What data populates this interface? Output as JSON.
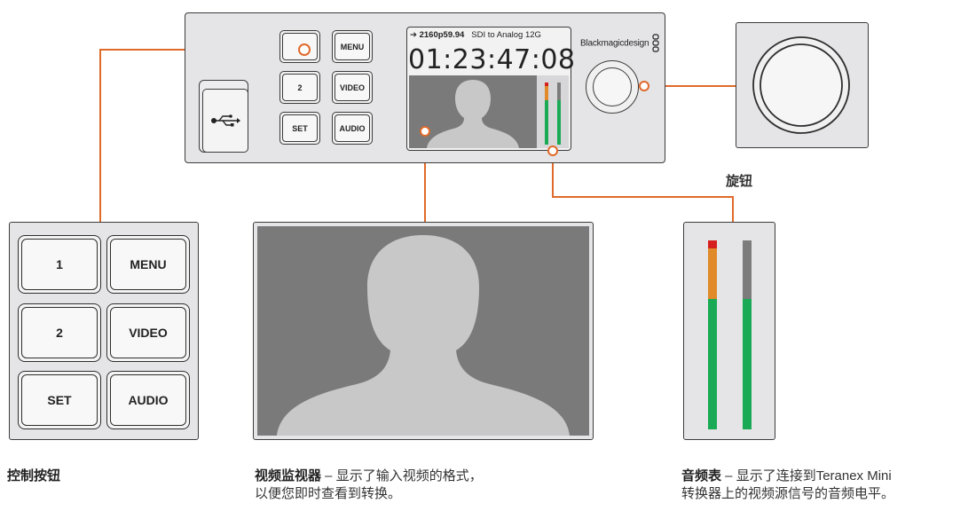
{
  "device": {
    "buttons": [
      "",
      "MENU",
      "2",
      "VIDEO",
      "SET",
      "AUDIO"
    ],
    "lcd_format": "2160p59.94",
    "lcd_mode": "SDI to Analog 12G",
    "timecode": "01:23:47:08",
    "brand": "Blackmagicdesign",
    "usb_icon": "usb-icon"
  },
  "control_buttons": [
    "1",
    "MENU",
    "2",
    "VIDEO",
    "SET",
    "AUDIO"
  ],
  "captions": {
    "knob": "旋钮",
    "control": "控制按钮",
    "video_title": "视频监视器",
    "video_text": " – 显示了输入视频的格式，",
    "video_text2": "以便您即时查看到转换。",
    "audio_title": "音频表",
    "audio_text": " – 显示了连接到Teranex Mini",
    "audio_text2": "转换器上的视频源信号的音频电平。"
  },
  "colors": {
    "highlight": "#e06a2a",
    "meter_green": "#1aaa55",
    "meter_orange": "#e08a2a",
    "meter_red": "#d62020",
    "meter_gray": "#7c7c7c"
  }
}
